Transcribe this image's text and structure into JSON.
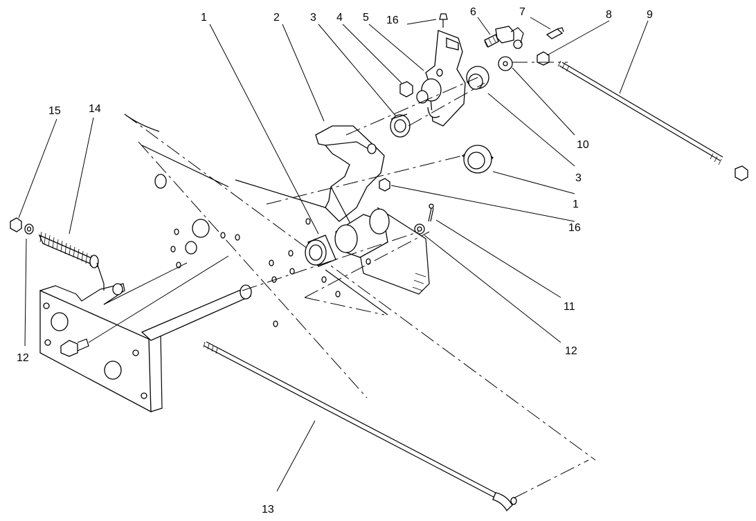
{
  "diagram": {
    "callouts": [
      {
        "id": "c1a",
        "text": "1"
      },
      {
        "id": "c2",
        "text": "2"
      },
      {
        "id": "c3a",
        "text": "3"
      },
      {
        "id": "c4",
        "text": "4"
      },
      {
        "id": "c5",
        "text": "5"
      },
      {
        "id": "c16a",
        "text": "16"
      },
      {
        "id": "c6",
        "text": "6"
      },
      {
        "id": "c7",
        "text": "7"
      },
      {
        "id": "c8",
        "text": "8"
      },
      {
        "id": "c9",
        "text": "9"
      },
      {
        "id": "c15",
        "text": "15"
      },
      {
        "id": "c14",
        "text": "14"
      },
      {
        "id": "c10",
        "text": "10"
      },
      {
        "id": "c3b",
        "text": "3"
      },
      {
        "id": "c1b",
        "text": "1"
      },
      {
        "id": "c16b",
        "text": "16"
      },
      {
        "id": "c11",
        "text": "11"
      },
      {
        "id": "c12a",
        "text": "12"
      },
      {
        "id": "c12b",
        "text": "12"
      },
      {
        "id": "c13",
        "text": "13"
      }
    ]
  }
}
